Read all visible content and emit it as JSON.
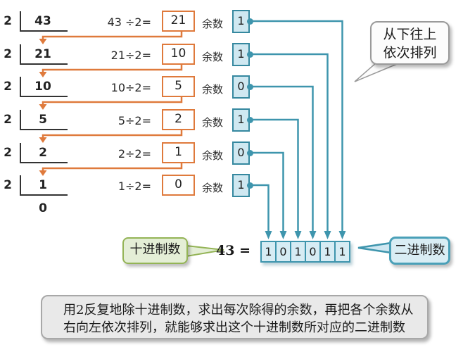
{
  "rows": [
    {
      "divisor": "2",
      "dividend": "43",
      "equation": "43 ÷2=",
      "quotient": "21",
      "remainder_label": "余数",
      "remainder": "1"
    },
    {
      "divisor": "2",
      "dividend": "21",
      "equation": "21÷2=",
      "quotient": "10",
      "remainder_label": "余数",
      "remainder": "1"
    },
    {
      "divisor": "2",
      "dividend": "10",
      "equation": "10÷2=",
      "quotient": "5",
      "remainder_label": "余数",
      "remainder": "0"
    },
    {
      "divisor": "2",
      "dividend": "5",
      "equation": "5÷2=",
      "quotient": "2",
      "remainder_label": "余数",
      "remainder": "1"
    },
    {
      "divisor": "2",
      "dividend": "2",
      "equation": "2÷2=",
      "quotient": "1",
      "remainder_label": "余数",
      "remainder": "0"
    },
    {
      "divisor": "2",
      "dividend": "1",
      "equation": "1÷2=",
      "quotient": "0",
      "remainder_label": "余数",
      "remainder": "1"
    }
  ],
  "final_zero": "0",
  "callout_top": {
    "line1": "从下往上",
    "line2": "依次排列"
  },
  "result": {
    "decimal_label": "十进制数",
    "decimal_value": "43 =",
    "binary_digits": [
      "1",
      "0",
      "1",
      "0",
      "1",
      "1"
    ],
    "binary_label": "二进制数"
  },
  "footer": {
    "line1": "用2反复地除十进制数，求出每次除得的余数，再把各个余数从",
    "line2": "右向左依次排列，就能够求出这个十进制数所对应的二进制数"
  },
  "colors": {
    "orange": "#df7a3c",
    "teal": "#3e95ad",
    "remainder_fill": "#cfe8f1",
    "green_border": "#94b456",
    "green_fill": "#e4eed6",
    "blue_border": "#4aa0b8",
    "blue_fill": "#d9edf4",
    "gray_border": "#a8a8a8",
    "gray_fill": "#e9e9e9"
  }
}
